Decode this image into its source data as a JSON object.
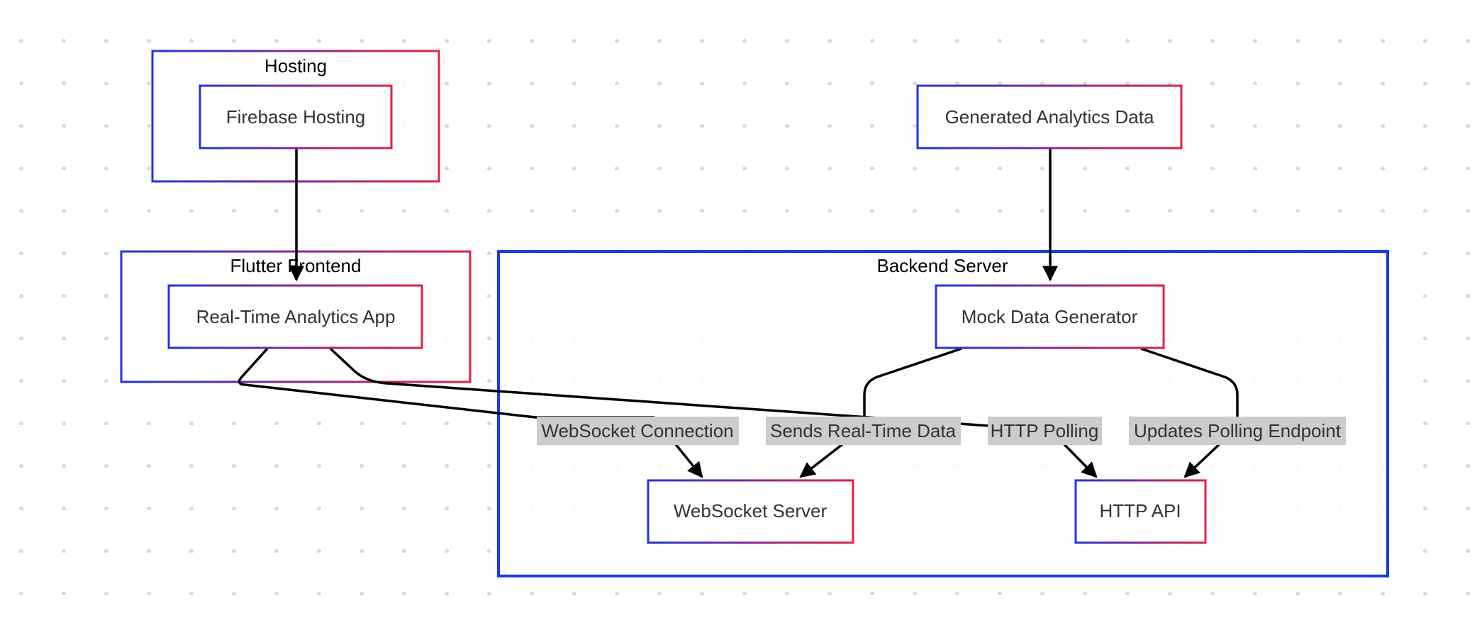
{
  "groups": {
    "hosting": "Hosting",
    "frontend": "Flutter Frontend",
    "backend": "Backend Server"
  },
  "nodes": {
    "firebase": "Firebase Hosting",
    "app": "Real-Time Analytics App",
    "generated": "Generated Analytics Data",
    "mock": "Mock Data Generator",
    "ws_server": "WebSocket Server",
    "http_api": "HTTP API"
  },
  "edges": {
    "ws_connection": "WebSocket Connection",
    "sends_realtime": "Sends Real-Time Data",
    "http_polling": "HTTP Polling",
    "updates_polling": "Updates Polling Endpoint"
  },
  "colors": {
    "gradient_start": "#2233dd",
    "gradient_end": "#e02244",
    "backend_border": "#1a3ae8",
    "edge": "#000000",
    "edge_label_bg": "#cccccc",
    "dot": "#d9d9d9"
  }
}
